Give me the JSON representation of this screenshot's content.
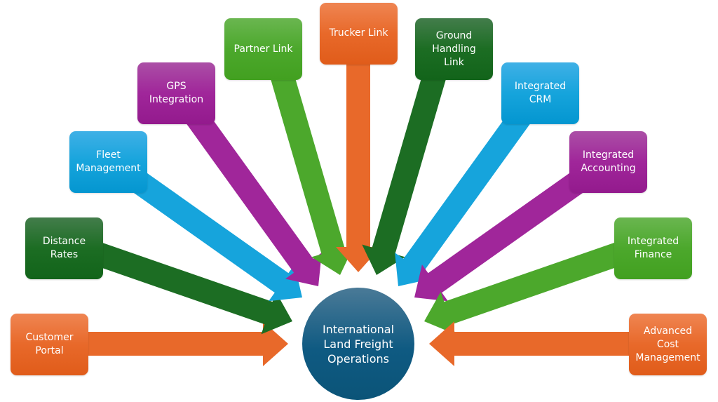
{
  "diagram": {
    "type": "hub-and-spoke",
    "hub": {
      "label": "International\nLand Freight\nOperations",
      "color": "#0f5a82"
    },
    "spokes": [
      {
        "id": "customer-portal",
        "label": "Customer\nPortal",
        "color": "#e8692a"
      },
      {
        "id": "distance-rates",
        "label": "Distance\nRates",
        "color": "#1c6d23"
      },
      {
        "id": "fleet-management",
        "label": "Fleet\nManagement",
        "color": "#16a4dc"
      },
      {
        "id": "gps-integration",
        "label": "GPS\nIntegration",
        "color": "#a0269a"
      },
      {
        "id": "partner-link",
        "label": "Partner Link",
        "color": "#4ca82c"
      },
      {
        "id": "trucker-link",
        "label": "Trucker Link",
        "color": "#e8692a"
      },
      {
        "id": "ground-handling-link",
        "label": "Ground\nHandling\nLink",
        "color": "#1c6d23"
      },
      {
        "id": "integrated-crm",
        "label": "Integrated\nCRM",
        "color": "#16a4dc"
      },
      {
        "id": "integrated-accounting",
        "label": "Integrated\nAccounting",
        "color": "#a0269a"
      },
      {
        "id": "integrated-finance",
        "label": "Integrated\nFinance",
        "color": "#4ca82c"
      },
      {
        "id": "advanced-cost-management",
        "label": "Advanced\nCost\nManagement",
        "color": "#e8692a"
      }
    ]
  }
}
